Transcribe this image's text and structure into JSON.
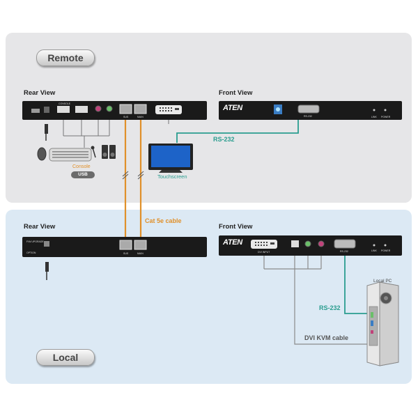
{
  "remote": {
    "badge": "Remote",
    "rear_title": "Rear View",
    "front_title": "Front View",
    "rear_tags": {
      "console": "CONSOLE",
      "sus": "SUS",
      "main": "MAIN"
    },
    "console_label": "Console",
    "usb_label": "USB",
    "touchscreen_label": "Touchscreen",
    "rs232_label": "RS-232",
    "front_ports": {
      "rs232": "RS-232",
      "link": "LINK",
      "power": "POWER"
    }
  },
  "local": {
    "badge": "Local",
    "rear_title": "Rear View",
    "front_title": "Front View",
    "rear_tags": {
      "sus": "SUS",
      "main": "MAIN",
      "firmware": "F/W UPGRADE",
      "option": "OPTION"
    },
    "front_ports": {
      "dvi": "DVI INPUT",
      "rs232": "RS-232",
      "link": "LINK",
      "power": "POWER"
    },
    "pc_label": "Local PC",
    "rs232_label": "RS-232",
    "dvi_cable_label": "DVI KVM cable"
  },
  "cable_label": "Cat 5e cable",
  "brand": "ATEN",
  "colors": {
    "teal": "#2a9d8f",
    "orange": "#e0902a",
    "gray_line": "#8a8a8a",
    "remote_bg": "#e6e6e8",
    "local_bg": "#dce9f4"
  }
}
